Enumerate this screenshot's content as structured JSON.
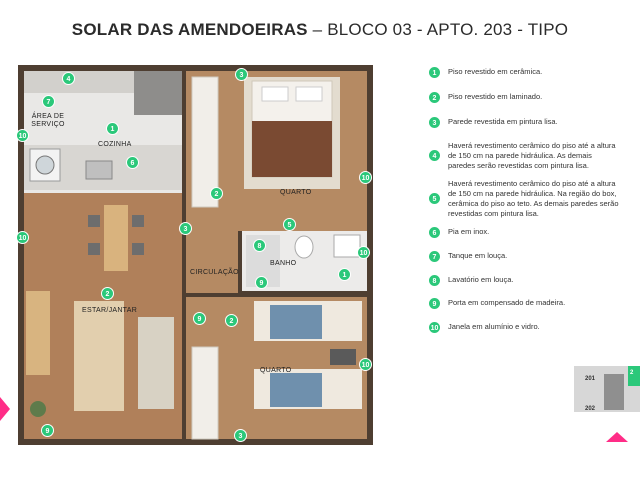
{
  "header": {
    "title_bold": "SOLAR DAS AMENDOEIRAS",
    "title_rest": " – BLOCO 03 - APTO. 203 - TIPO"
  },
  "rooms": {
    "area_servico": "ÁREA DE\nSERVIÇO",
    "cozinha": "COZINHA",
    "quarto_1": "QUARTO",
    "circulacao": "CIRCULAÇÃO",
    "banho": "BANHO",
    "estar_jantar": "ESTAR/JANTAR",
    "quarto_2": "QUARTO"
  },
  "badges": {
    "b4": "4",
    "b7": "7",
    "b10a": "10",
    "b1a": "1",
    "b6": "6",
    "b3a": "3",
    "b2a": "2",
    "b10b": "10",
    "b3b": "3",
    "b10c": "10",
    "b8": "8",
    "b5": "5",
    "b10d": "10",
    "b1b": "1",
    "b9a": "9",
    "b2b": "2",
    "b9b": "9",
    "b2c": "2",
    "b10e": "10",
    "b9c": "9",
    "b3c": "3"
  },
  "legend": [
    {
      "num": "1",
      "text": "Piso revestido em cerâmica."
    },
    {
      "num": "2",
      "text": "Piso revestido em laminado."
    },
    {
      "num": "3",
      "text": "Parede revestida em pintura lisa."
    },
    {
      "num": "4",
      "text": "Haverá revestimento cerâmico do piso até a altura\nde 150 cm na parede hidráulica. As demais\nparedes serão revestidas com pintura lisa."
    },
    {
      "num": "5",
      "text": "Haverá revestimento cerâmico do piso até a altura\nde 150 cm na parede hidráulica. Na região do box,\ncerâmica do piso ao teto. As demais paredes serão\nrevestidas com pintura lisa."
    },
    {
      "num": "6",
      "text": "Pia em inox."
    },
    {
      "num": "7",
      "text": "Tanque em louça."
    },
    {
      "num": "8",
      "text": "Lavatório em louça."
    },
    {
      "num": "9",
      "text": "Porta em compensado de madeira."
    },
    {
      "num": "10",
      "text": "Janela em alumínio e vidro."
    }
  ],
  "keyplan": {
    "unit_201": "201",
    "unit_202": "202",
    "unit_203": "2"
  },
  "colors": {
    "accent_green": "#2bc87a",
    "accent_pink": "#ff2d87",
    "wall": "#5c4a3a"
  }
}
